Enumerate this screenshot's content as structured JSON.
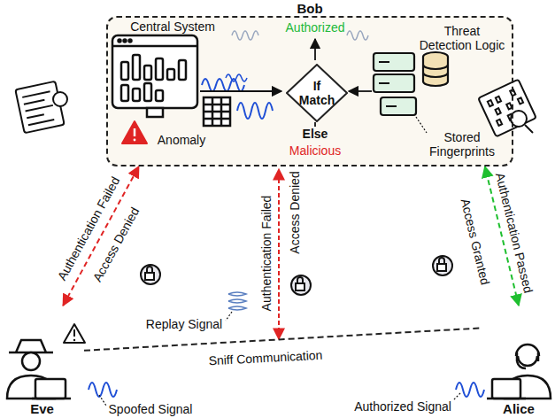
{
  "diagram": {
    "nodes": [
      {
        "text": [
          "Bob"
        ]
      },
      {
        "text": [
          "If Match"
        ],
        "in": 0
      },
      {
        "text": [
          "Eve"
        ]
      },
      {
        "text": [
          "Alice"
        ]
      }
    ],
    "edges": [
      {
        "from": 2,
        "to": 0,
        "arrow": "both"
      },
      {
        "from": 3,
        "to": 0,
        "arrow": "both"
      },
      {
        "from": 2,
        "to": 3,
        "label": "Sniff Communication",
        "arrow": "none"
      }
    ],
    "labels": [
      "Central System",
      "Authorized",
      "Threat Detection Logic",
      "Anomaly",
      "Else",
      "Malicious",
      "Stored Fingerprints",
      "Authentication Failed",
      "Access Denied",
      "Replay Signal",
      "Authentication Failed",
      "Access Denied",
      "Access Granted",
      "Authentication Passed",
      "Spoofed Signal",
      "Authorized Signal"
    ]
  }
}
